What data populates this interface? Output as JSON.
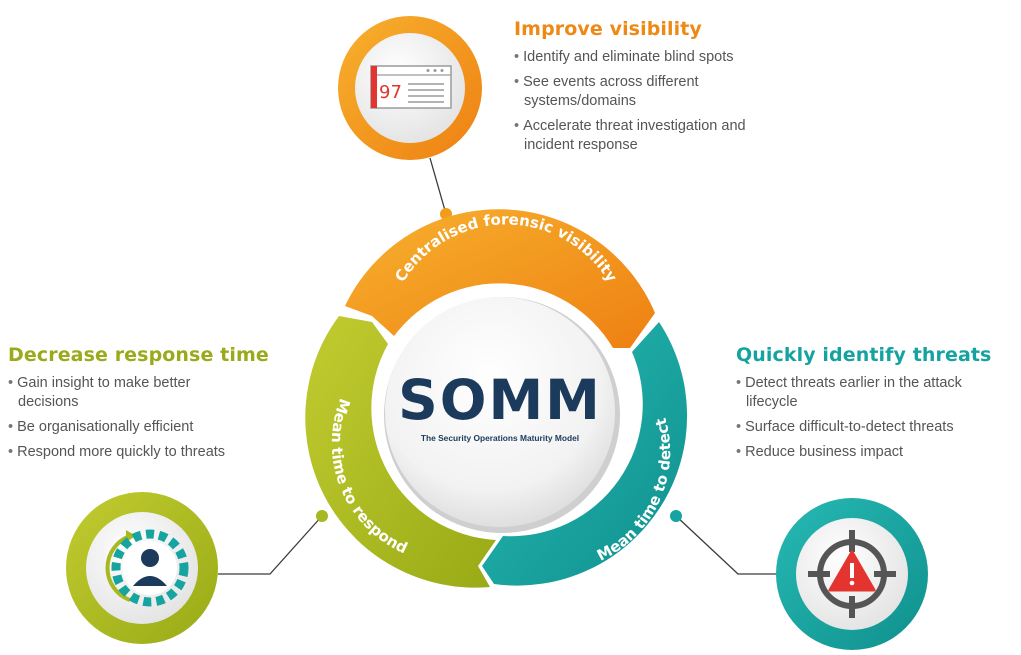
{
  "center": {
    "title": "SOMM",
    "subtitle": "The Security Operations Maturity Model"
  },
  "ring": {
    "top_label": "Centralised forensic visibility",
    "right_label": "Mean time to detect",
    "left_label": "Mean time to respond"
  },
  "visibility": {
    "heading": "Improve visibility",
    "items": [
      "Identify and eliminate blind spots",
      "See events across different systems/domains",
      "Accelerate threat investigation and incident response"
    ],
    "icon_number": "97"
  },
  "response": {
    "heading": "Decrease response time",
    "items": [
      "Gain insight to make better decisions",
      "Be organisationally efficient",
      "Respond more quickly to threats"
    ]
  },
  "threats": {
    "heading": "Quickly identify threats",
    "items": [
      "Detect threats earlier in the attack lifecycle",
      "Surface difficult-to-detect threats",
      "Reduce business impact"
    ]
  },
  "colors": {
    "orange": "#f39c1b",
    "green": "#a8b81f",
    "teal": "#16a4a0",
    "navy": "#1b3a5c",
    "alert_red": "#e3342f"
  },
  "icons": {
    "visibility": "dashboard-window-icon",
    "response": "user-gear-cycle-icon",
    "threats": "crosshair-alert-icon"
  }
}
